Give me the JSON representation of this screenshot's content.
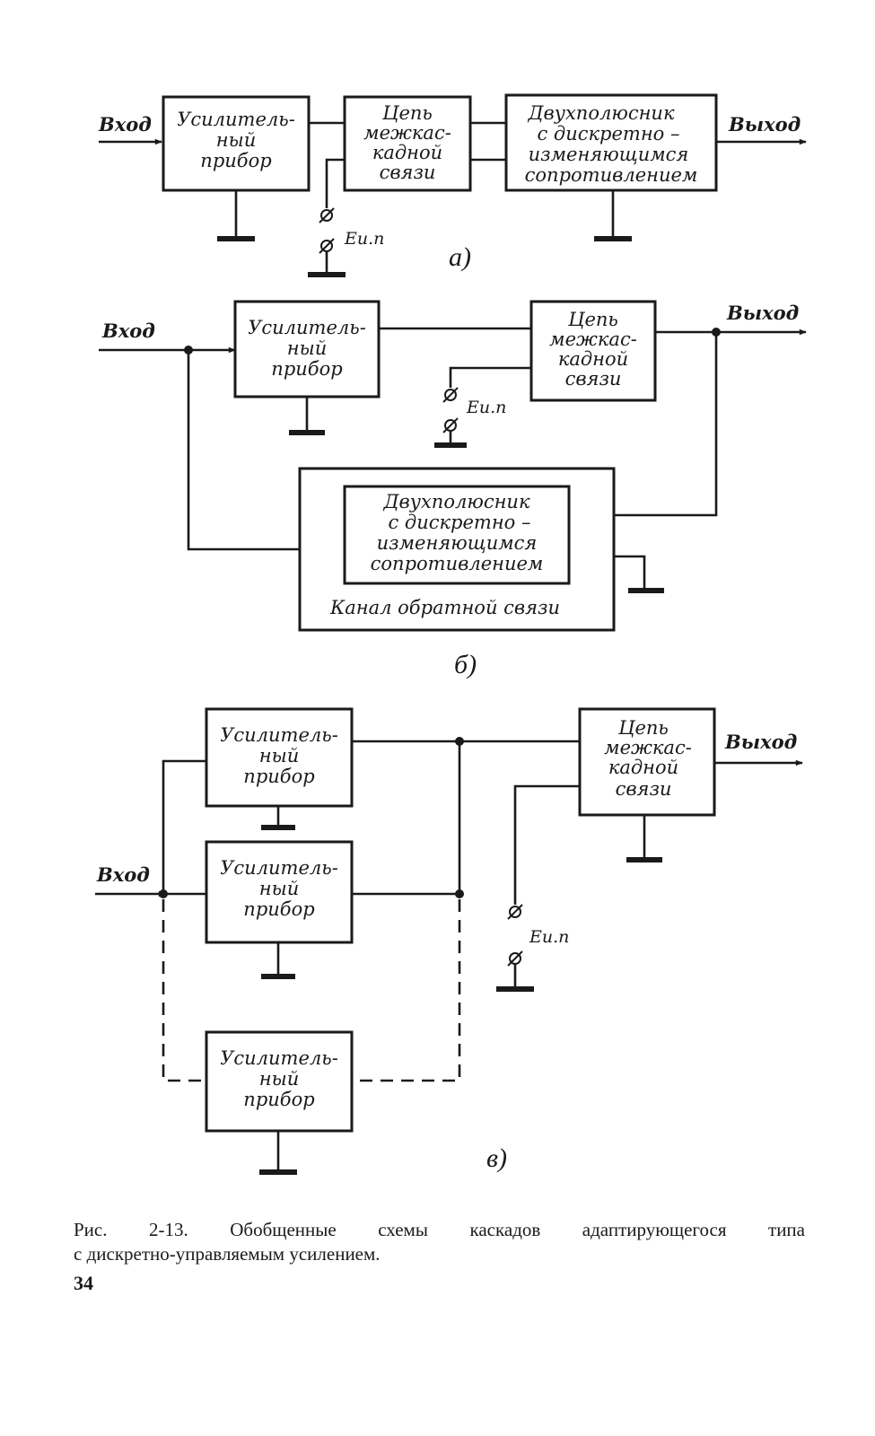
{
  "labels": {
    "input": "Вход",
    "output": "Выход",
    "emf": "Eи.п"
  },
  "blocks": {
    "amplifier": [
      "Усилитель-",
      "ный",
      "прибор"
    ],
    "coupling": [
      "Цепь",
      "межкас-",
      "кадной",
      "связи"
    ],
    "two_terminal": [
      "Двухполюсник",
      "с дискретно –",
      "изменяющимся",
      "сопротивлением"
    ],
    "feedback_channel": "Канал обратной связи"
  },
  "subfigures": [
    "а)",
    "б)",
    "в)"
  ],
  "caption": {
    "line1": "Рис. 2-13. Обобщенные схемы каскадов адаптирующегося типа",
    "line2": "с дискретно-управляемым усилением."
  },
  "page_number": "34"
}
